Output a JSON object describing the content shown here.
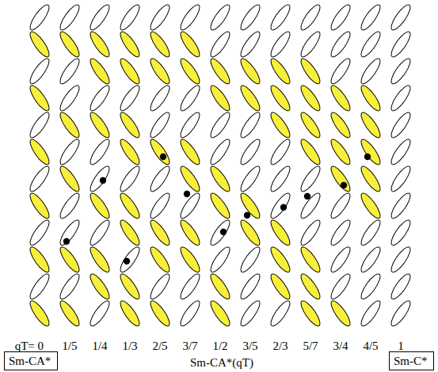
{
  "diagram": {
    "nodes": [
      {
        "text": [
          "Sm-CA*"
        ]
      },
      {
        "text": [
          "Sm-C*"
        ]
      }
    ],
    "labels": [
      "qT= 0",
      "1/5",
      "1/4",
      "1/3",
      "2/5",
      "3/7",
      "1/2",
      "3/5",
      "2/3",
      "5/7",
      "3/4",
      "4/5",
      "1",
      "Sm-CA*(qT)"
    ]
  }
}
